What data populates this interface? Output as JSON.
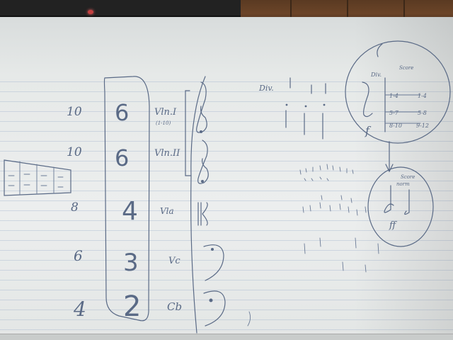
{
  "section_counts": [
    {
      "count": "10",
      "size": "6",
      "instrument": "Vln.I",
      "sub": "(1-10)"
    },
    {
      "count": "10",
      "size": "6",
      "instrument": "Vln.II",
      "sub": ""
    },
    {
      "count": "8",
      "size": "4",
      "instrument": "Vla",
      "sub": ""
    },
    {
      "count": "6",
      "size": "3",
      "instrument": "Vc",
      "sub": ""
    },
    {
      "count": "4",
      "size": "2",
      "instrument": "Cb",
      "sub": ""
    }
  ],
  "divisi_label": "Div.",
  "circle_top": {
    "label_score": "Score",
    "label_div": "Div.",
    "dynamic": "f",
    "rows": [
      {
        "left": "1-4",
        "right": "1-4"
      },
      {
        "left": "5-7",
        "right": "5-8"
      },
      {
        "left": "8-10",
        "right": "9-12"
      }
    ]
  },
  "circle_bottom": {
    "label_score": "Score",
    "label_sub": "norm",
    "dynamic": "ff"
  },
  "colors": {
    "ink": "#5a6a86",
    "board": "#eceeee",
    "wall": "#6b4428"
  }
}
